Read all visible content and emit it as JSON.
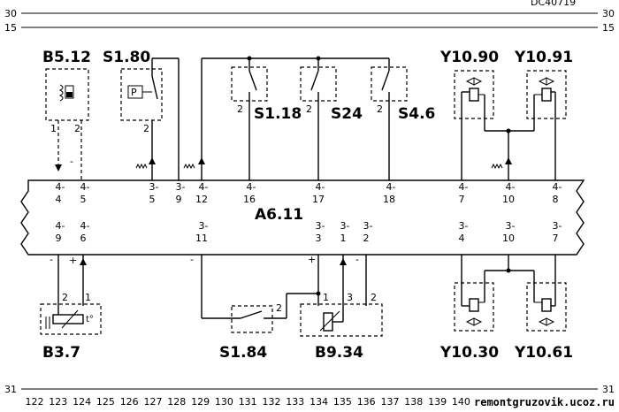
{
  "header": {
    "code_fragment": "DC40719",
    "rail_top_1": "30",
    "rail_top_2": "15",
    "rail_bottom": "31"
  },
  "module": {
    "name": "A6.11",
    "top_connectors": [
      {
        "block": "4-",
        "pin": "4"
      },
      {
        "block": "4-",
        "pin": "5"
      },
      {
        "block": "3-",
        "pin": "5"
      },
      {
        "block": "3-",
        "pin": "9"
      },
      {
        "block": "4-",
        "pin": "12"
      },
      {
        "block": "4-",
        "pin": "16"
      },
      {
        "block": "4-",
        "pin": "17"
      },
      {
        "block": "4-",
        "pin": "18"
      },
      {
        "block": "4-",
        "pin": "7"
      },
      {
        "block": "4-",
        "pin": "10"
      },
      {
        "block": "4-",
        "pin": "8"
      }
    ],
    "bottom_connectors": [
      {
        "block": "4-",
        "pin": "9"
      },
      {
        "block": "4-",
        "pin": "6"
      },
      {
        "block": "3-",
        "pin": "11"
      },
      {
        "block": "3-",
        "pin": "3"
      },
      {
        "block": "3-",
        "pin": "1"
      },
      {
        "block": "3-",
        "pin": "2"
      },
      {
        "block": "3-",
        "pin": "4"
      },
      {
        "block": "3-",
        "pin": "10"
      },
      {
        "block": "3-",
        "pin": "7"
      }
    ]
  },
  "components": {
    "B5_12": {
      "label": "B5.12",
      "pin_a": "1",
      "pin_b": "2",
      "sign": "-"
    },
    "S1_80": {
      "label": "S1.80",
      "pin": "2",
      "icon_letter": "P"
    },
    "S1_18": {
      "label": "S1.18",
      "pin": "2"
    },
    "S24": {
      "label": "S24",
      "pin": "2"
    },
    "S4_6": {
      "label": "S4.6",
      "pin": "2"
    },
    "Y10_90": {
      "label": "Y10.90"
    },
    "Y10_91": {
      "label": "Y10.91"
    },
    "B3_7": {
      "label": "B3.7",
      "pin_a": "2",
      "pin_b": "1",
      "temp_symbol": "t°",
      "sign_minus": "-",
      "sign_plus": "+"
    },
    "S1_84": {
      "label": "S1.84",
      "pin": "2",
      "sign": "-"
    },
    "B9_34": {
      "label": "B9.34",
      "pin_1": "1",
      "pin_3": "3",
      "pin_2": "2",
      "sign_plus": "+",
      "sign_minus": "-"
    },
    "Y10_30": {
      "label": "Y10.30"
    },
    "Y10_61": {
      "label": "Y10.61"
    }
  },
  "scale": [
    "122",
    "123",
    "124",
    "125",
    "126",
    "127",
    "128",
    "129",
    "130",
    "131",
    "132",
    "133",
    "134",
    "135",
    "136",
    "137",
    "138",
    "139",
    "140"
  ],
  "watermark": "remontgruzovik.ucoz.ru"
}
